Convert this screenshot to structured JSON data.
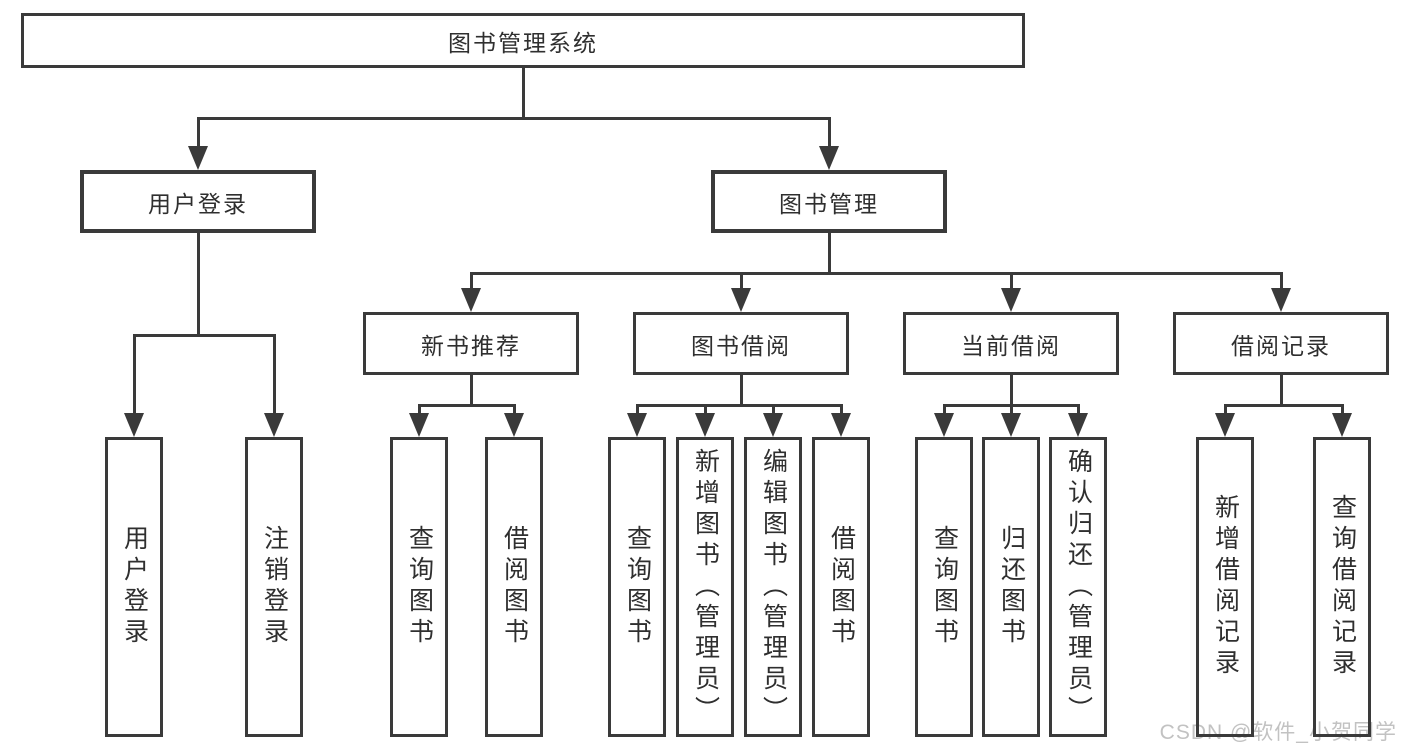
{
  "diagram": {
    "root": {
      "label": "图书管理系统"
    },
    "level2": [
      {
        "label": "用户登录"
      },
      {
        "label": "图书管理"
      }
    ],
    "level3": [
      {
        "label": "新书推荐"
      },
      {
        "label": "图书借阅"
      },
      {
        "label": "当前借阅"
      },
      {
        "label": "借阅记录"
      }
    ],
    "leaves": {
      "user_login": [
        {
          "label": "用户登录"
        },
        {
          "label": "注销登录"
        }
      ],
      "new_book": [
        {
          "label": "查询图书"
        },
        {
          "label": "借阅图书"
        }
      ],
      "book_borrow": [
        {
          "label": "查询图书"
        },
        {
          "label": "新增图书（管理员）"
        },
        {
          "label": "编辑图书（管理员）"
        },
        {
          "label": "借阅图书"
        }
      ],
      "current_borrow": [
        {
          "label": "查询图书"
        },
        {
          "label": "归还图书"
        },
        {
          "label": "确认归还（管理员）"
        }
      ],
      "borrow_records": [
        {
          "label": "新增借阅记录"
        },
        {
          "label": "查询借阅记录"
        }
      ]
    }
  },
  "watermark": {
    "text": "CSDN @软件_小贺同学",
    "color": "#c2c2c2"
  },
  "colors": {
    "line": "#3a3a3a",
    "text": "#2f2f2f",
    "background": "#ffffff"
  }
}
